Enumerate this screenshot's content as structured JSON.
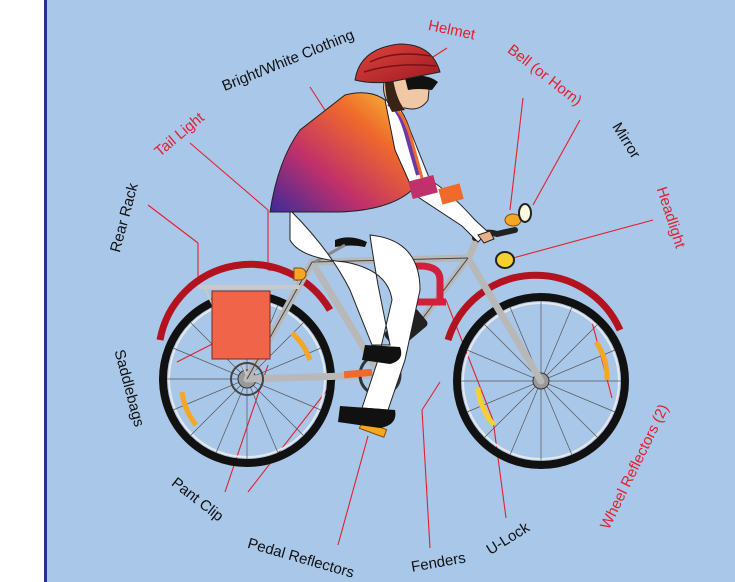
{
  "labels": {
    "clothing": "Bright/White Clothing",
    "helmet": "Helmet",
    "bell": "Bell (or Horn)",
    "mirror": "Mirror",
    "headlight": "Headlight",
    "tail_light": "Tail Light",
    "rear_rack": "Rear Rack",
    "saddlebags": "Saddlebags",
    "pant_clip": "Pant Clip",
    "pedal_reflectors": "Pedal Reflectors",
    "fenders": "Fenders",
    "u_lock": "U-Lock",
    "wheel_reflectors": "Wheel Reflectors (2)"
  },
  "colors": {
    "background": "#a9c7e8",
    "border": "#2b2f8f",
    "red_label": "#e3202f",
    "black_label": "#111111",
    "leader_line": "#e3202f",
    "helmet": "#c8232c",
    "saddlebag": "#f0654a",
    "fender": "#b3121f",
    "lock": "#d21f3c"
  }
}
